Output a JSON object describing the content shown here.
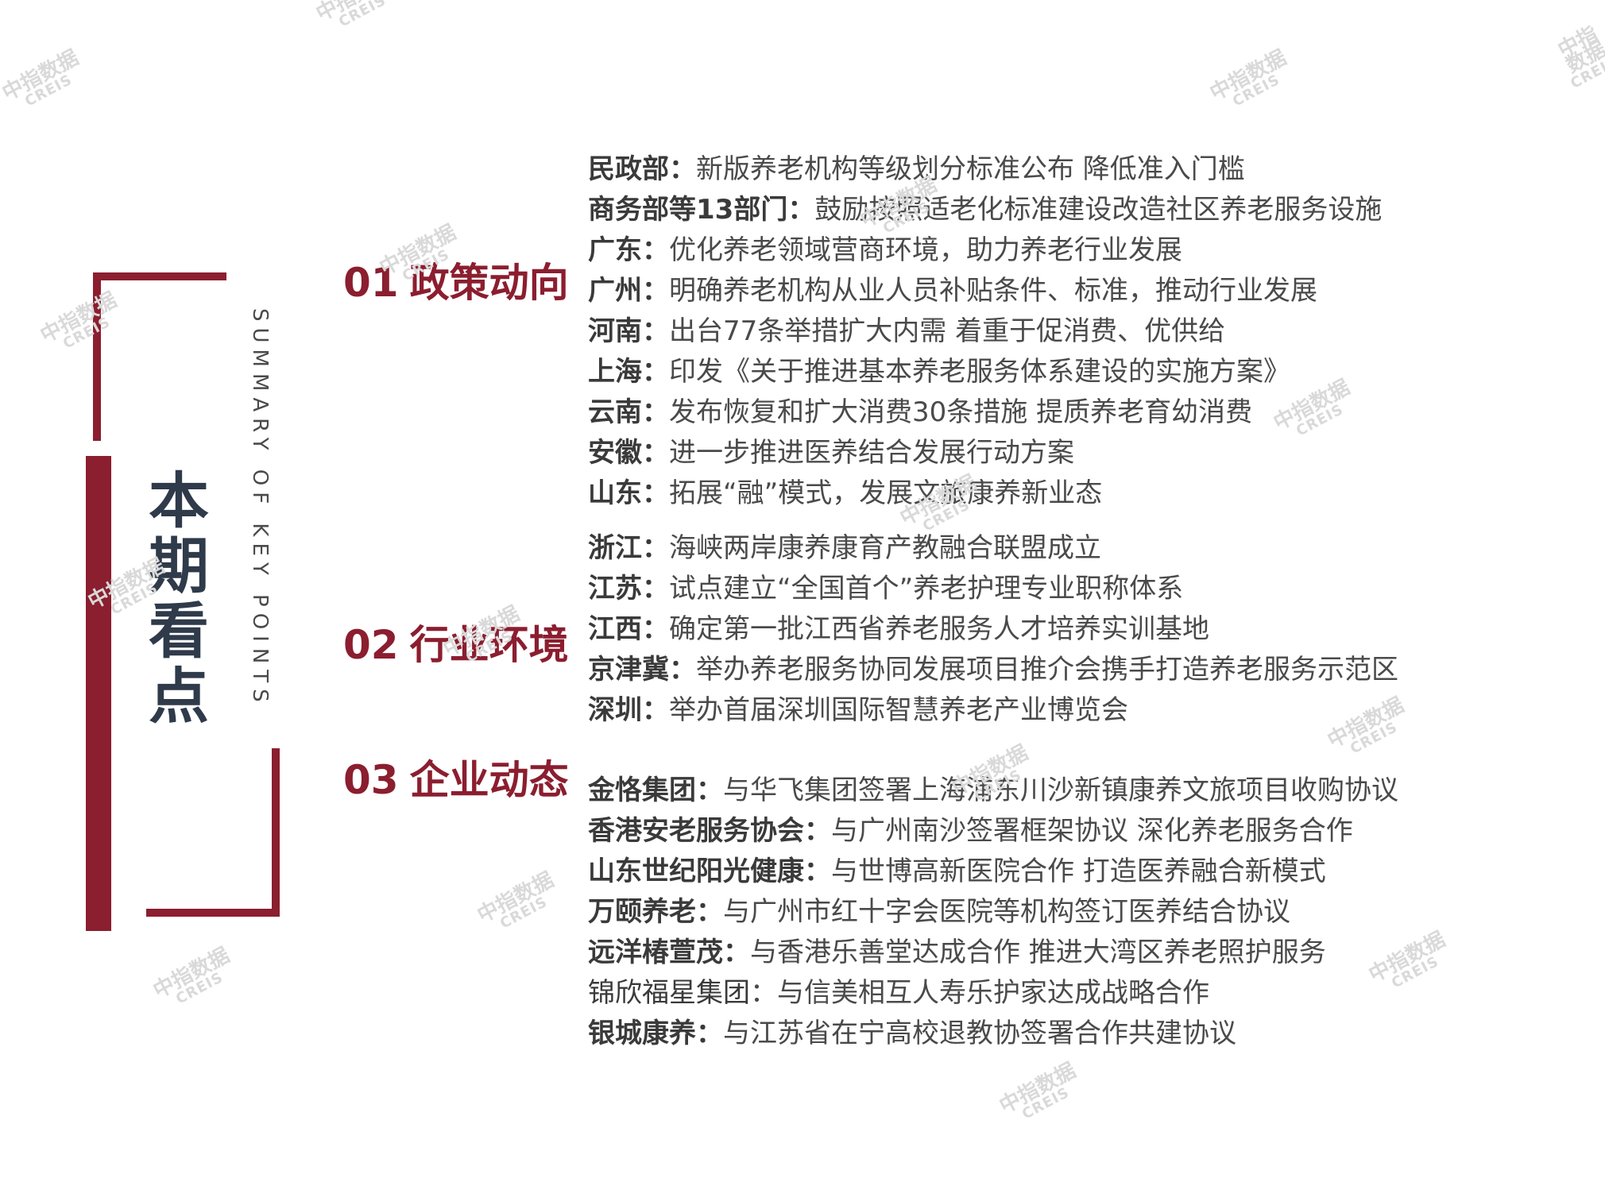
{
  "title": {
    "chars": [
      "本",
      "期",
      "看",
      "点"
    ],
    "subtitle": "SUMMARY OF KEY POINTS"
  },
  "sections": [
    {
      "number": "01",
      "heading": "政策动向",
      "items": [
        {
          "key": "民政部",
          "sep": "：",
          "text": "新版养老机构等级划分标准公布 降低准入门槛"
        },
        {
          "key": "商务部等13部门",
          "sep": "：",
          "text": "鼓励按照适老化标准建设改造社区养老服务设施"
        },
        {
          "key": "广东",
          "sep": "：",
          "text": "优化养老领域营商环境，助力养老行业发展"
        },
        {
          "key": "广州",
          "sep": "：",
          "text": "明确养老机构从业人员补贴条件、标准，推动行业发展"
        },
        {
          "key": "河南",
          "sep": "：",
          "text": "出台77条举措扩大内需 着重于促消费、优供给"
        },
        {
          "key": "上海",
          "sep": "：",
          "text": "印发《关于推进基本养老服务体系建设的实施方案》"
        },
        {
          "key": "云南",
          "sep": "：",
          "text": "发布恢复和扩大消费30条措施 提质养老育幼消费"
        },
        {
          "key": "安徽",
          "sep": "：",
          "text": "进一步推进医养结合发展行动方案"
        },
        {
          "key": "山东",
          "sep": "：",
          "text": "拓展“融”模式，发展文旅康养新业态"
        }
      ]
    },
    {
      "number": "02",
      "heading": "行业环境",
      "items": [
        {
          "key": "浙江",
          "sep": "：",
          "text": "海峡两岸康养康育产教融合联盟成立"
        },
        {
          "key": "江苏",
          "sep": "：",
          "text": "试点建立“全国首个”养老护理专业职称体系"
        },
        {
          "key": "江西",
          "sep": "：",
          "text": "确定第一批江西省养老服务人才培养实训基地"
        },
        {
          "key": "京津冀",
          "sep": "：",
          "text": "举办养老服务协同发展项目推介会携手打造养老服务示范区"
        },
        {
          "key": "深圳",
          "sep": "：",
          "text": "举办首届深圳国际智慧养老产业博览会"
        }
      ]
    },
    {
      "number": "03",
      "heading": "企业动态",
      "items": [
        {
          "key": "金恪集团",
          "sep": "：",
          "text": "与华飞集团签署上海浦东川沙新镇康养文旅项目收购协议"
        },
        {
          "key": "香港安老服务协会",
          "sep": "：",
          "text": "与广州南沙签署框架协议 深化养老服务合作"
        },
        {
          "key": "山东世纪阳光健康",
          "sep": "：",
          "text": "与世博高新医院合作 打造医养融合新模式"
        },
        {
          "key": "万颐养老",
          "sep": "：",
          "text": "与广州市红十字会医院等机构签订医养结合协议"
        },
        {
          "key": "远洋椿萱茂",
          "sep": "：",
          "text": "与香港乐善堂达成合作 推进大湾区养老照护服务"
        },
        {
          "key": "锦欣福星集团",
          "sep": "：",
          "text": "与信美相互人寿乐护家达成战略合作"
        },
        {
          "key": "银城康养",
          "sep": "：",
          "text": "与江苏省在宁高校退教协签署合作共建协议"
        }
      ]
    }
  ],
  "watermark": {
    "zh": "中指数据",
    "en": "CREIS"
  },
  "colors": {
    "accent": "#8b1e2f",
    "title": "#2f3a4a",
    "text": "#4a4a4a",
    "watermark": "#d9d9d9"
  }
}
